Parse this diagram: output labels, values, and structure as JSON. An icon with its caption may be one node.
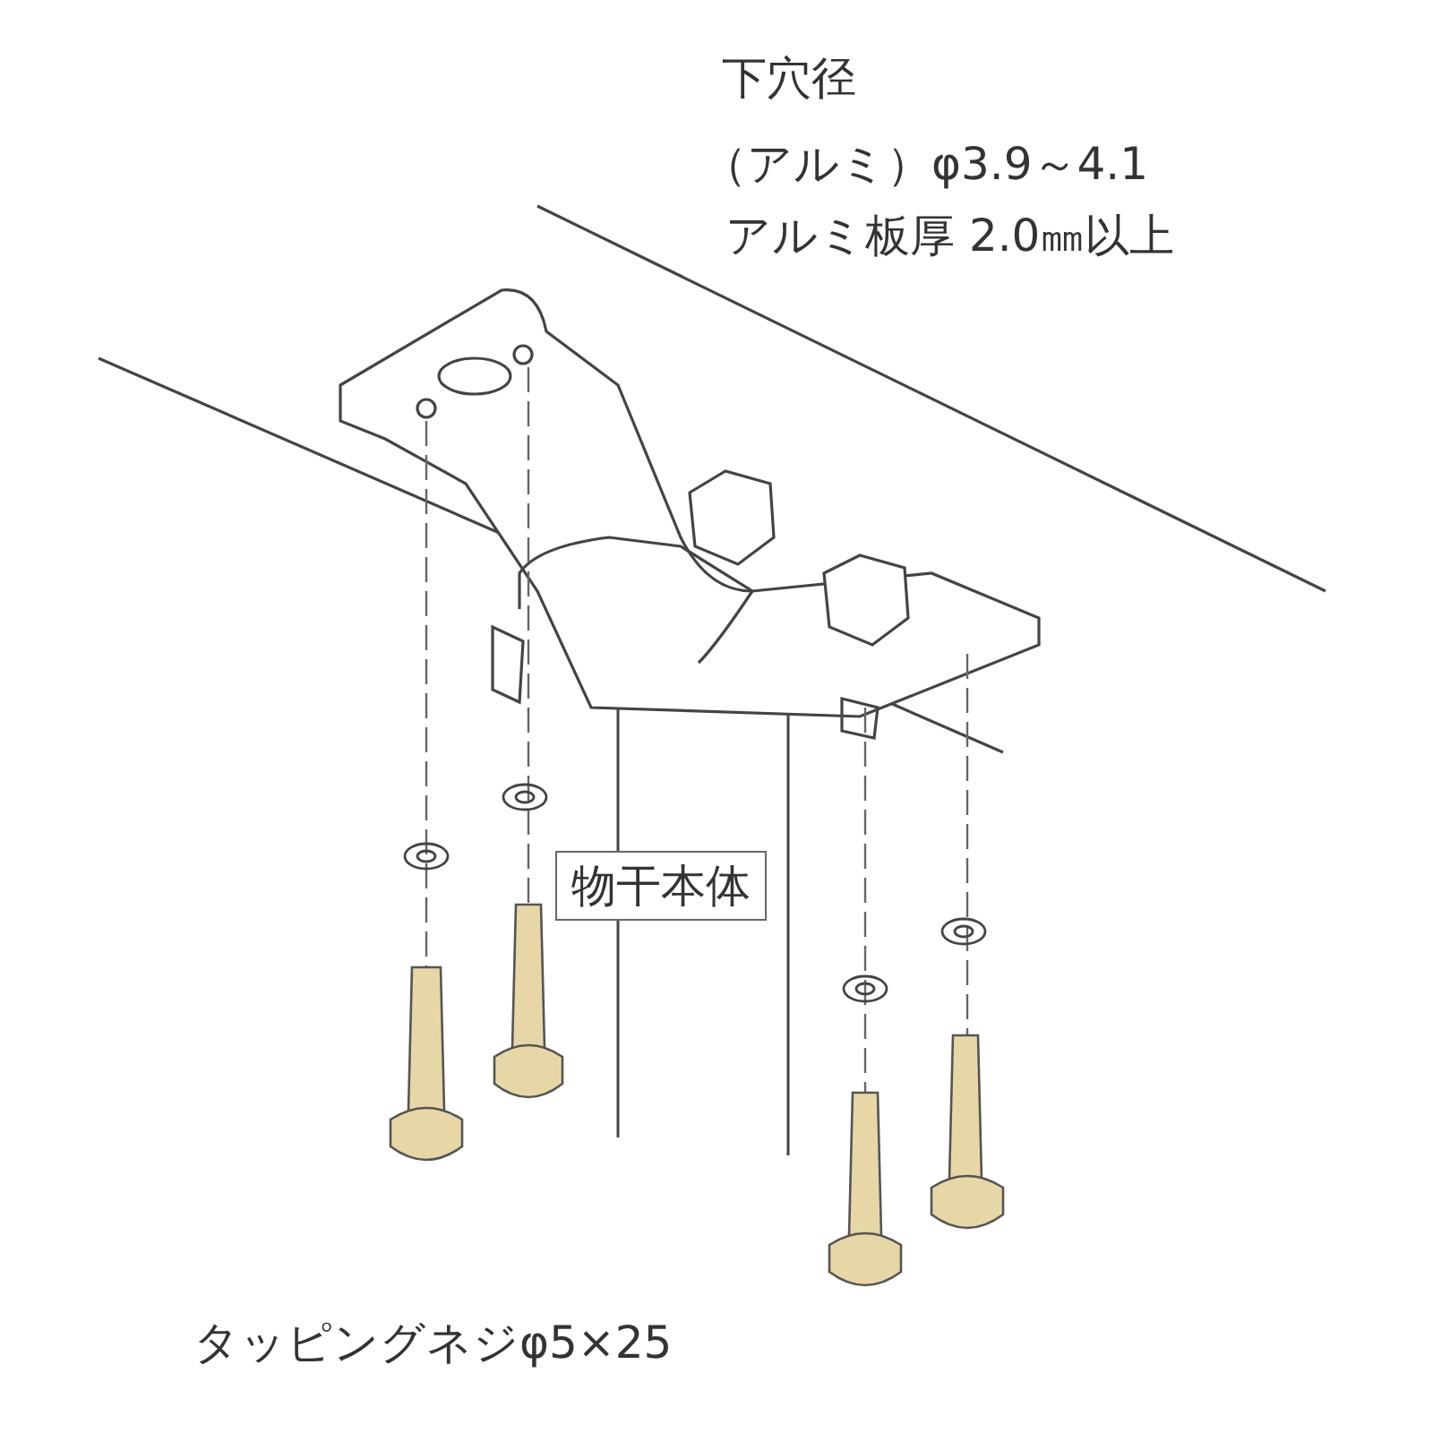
{
  "diagram": {
    "nodes": [
      {
        "text": [
          "物干本体"
        ]
      }
    ],
    "labels": [
      "下穴径",
      "（アルミ）φ3.9～4.1",
      "アルミ板厚 2.0㎜以上",
      "タッピングネジφ5×25"
    ]
  }
}
